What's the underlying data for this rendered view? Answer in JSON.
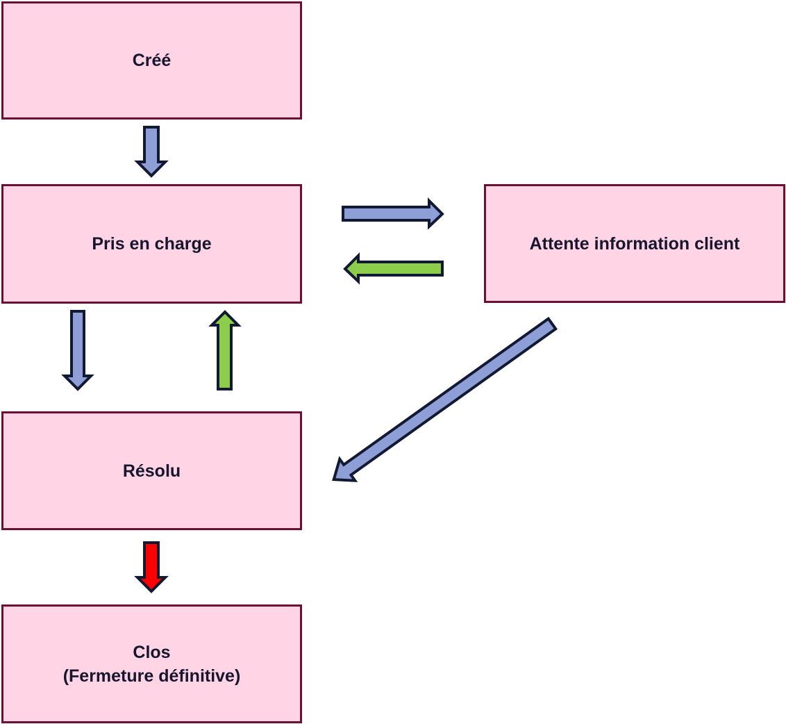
{
  "states": {
    "cree": "Créé",
    "pris_en_charge": "Pris en charge",
    "attente": "Attente information client",
    "resolu": "Résolu",
    "clos_line1": "Clos",
    "clos_line2": "(Fermeture définitive)"
  },
  "colors": {
    "box_fill": "#ffd5e5",
    "box_border": "#6b0f33",
    "arrow_forward": "#8e9fd8",
    "arrow_back": "#8ccd4b",
    "arrow_final": "#ff0000",
    "arrow_stroke": "#121a33"
  },
  "transitions": [
    {
      "from": "Créé",
      "to": "Pris en charge",
      "kind": "forward"
    },
    {
      "from": "Pris en charge",
      "to": "Attente information client",
      "kind": "forward"
    },
    {
      "from": "Attente information client",
      "to": "Pris en charge",
      "kind": "back"
    },
    {
      "from": "Pris en charge",
      "to": "Résolu",
      "kind": "forward"
    },
    {
      "from": "Résolu",
      "to": "Pris en charge",
      "kind": "back"
    },
    {
      "from": "Attente information client",
      "to": "Résolu",
      "kind": "forward"
    },
    {
      "from": "Résolu",
      "to": "Clos",
      "kind": "final"
    }
  ]
}
